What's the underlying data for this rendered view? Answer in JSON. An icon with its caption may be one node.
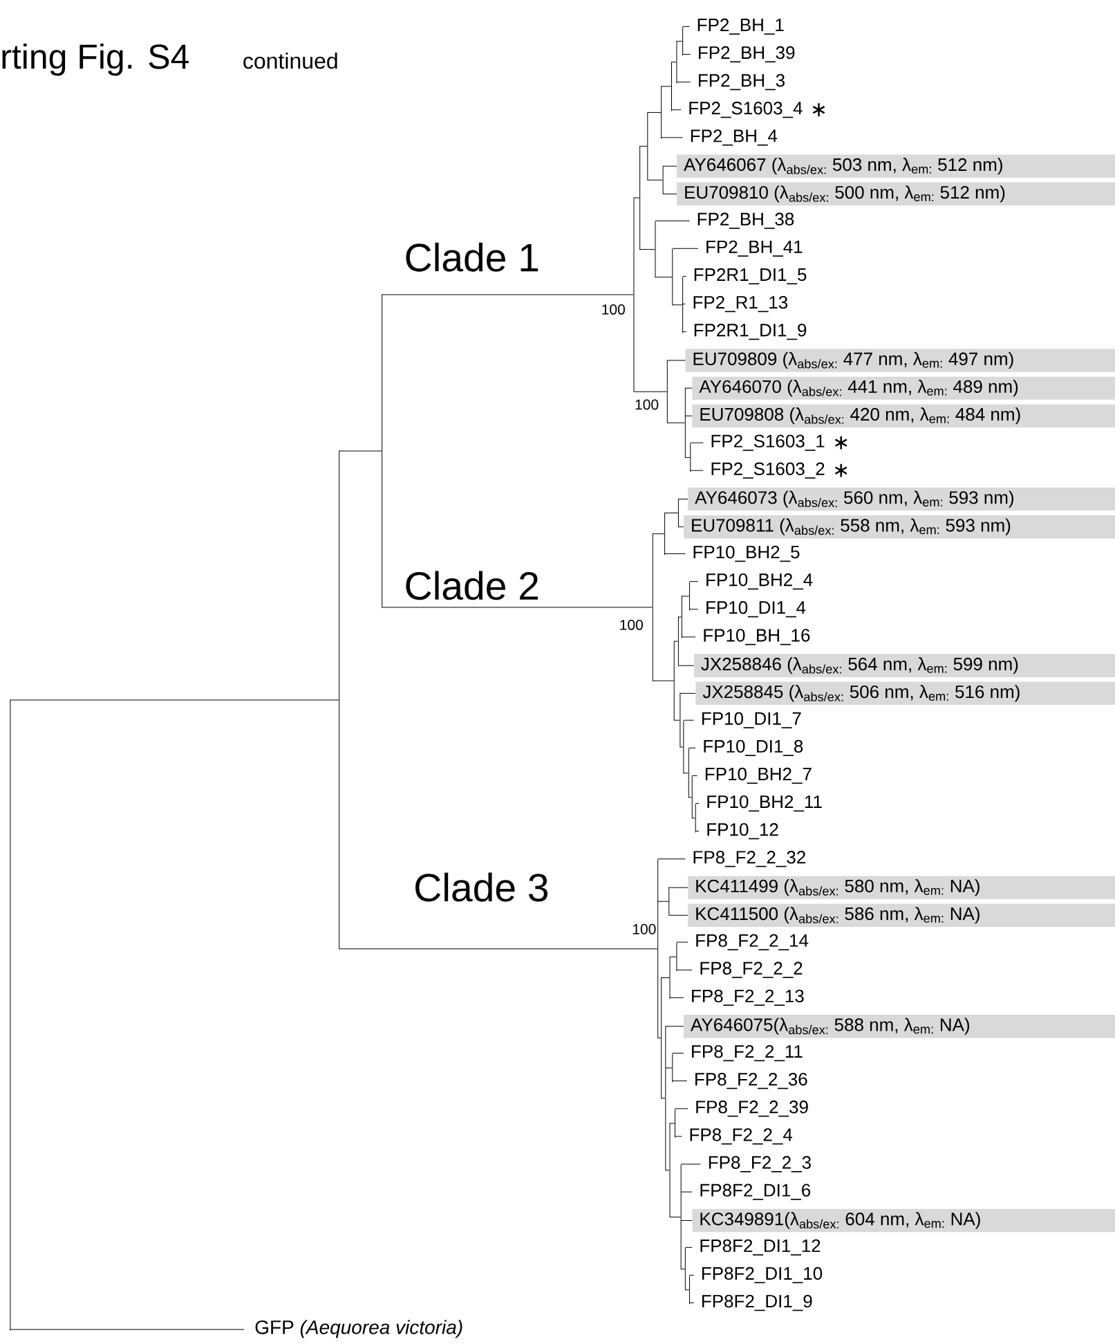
{
  "diagram": {
    "title": "rting Fig. S4",
    "nodes": [
      {
        "text": [
          "FP2_BH_1"
        ]
      },
      {
        "text": [
          "FP2_BH_39"
        ]
      },
      {
        "text": [
          "FP2_BH_3"
        ]
      },
      {
        "text": [
          "FP2_S1603_4"
        ],
        "beside": [
          "∗"
        ]
      },
      {
        "text": [
          "FP2_BH_4"
        ]
      },
      {
        "text": [
          "AY646067 (λ$_{abs/ex:}$ 503 nm, λ$_{em:}$ 512 nm)"
        ]
      },
      {
        "text": [
          "EU709810 (λ$_{abs/ex:}$ 500 nm, λ$_{em:}$ 512 nm)"
        ]
      },
      {
        "text": [
          "FP2_BH_38"
        ]
      },
      {
        "text": [
          "FP2_BH_41"
        ]
      },
      {
        "text": [
          "FP2R1_DI1_5"
        ]
      },
      {
        "text": [
          "FP2_R1_13"
        ]
      },
      {
        "text": [
          "FP2R1_DI1_9"
        ]
      },
      {
        "text": [
          "EU709809 (λ$_{abs/ex:}$ 477 nm, λ$_{em:}$ 497 nm)"
        ]
      },
      {
        "text": [
          "AY646070 (λ$_{abs/ex:}$ 441 nm, λ$_{em:}$ 489 nm)"
        ]
      },
      {
        "text": [
          "EU709808 (λ$_{abs/ex:}$ 420 nm, λ$_{em:}$ 484 nm)"
        ]
      },
      {
        "text": [
          "FP2_S1603_1"
        ],
        "beside": [
          "∗"
        ]
      },
      {
        "text": [
          "FP2_S1603_2"
        ],
        "beside": [
          "∗"
        ]
      },
      {
        "text": [
          "AY646073 (λ$_{abs/ex:}$ 560 nm, λ$_{em:}$ 593 nm)"
        ]
      },
      {
        "text": [
          "EU709811 (λ$_{abs/ex:}$ 558 nm, λ$_{em:}$ 593 nm)"
        ]
      },
      {
        "text": [
          "FP10_BH2_5"
        ]
      },
      {
        "text": [
          "FP10_BH2_4"
        ]
      },
      {
        "text": [
          "FP10_DI1_4"
        ]
      },
      {
        "text": [
          "FP10_BH_16"
        ]
      },
      {
        "text": [
          "JX258846 (λ$_{abs/ex:}$ 564 nm, λ$_{em:}$ 599 nm)"
        ]
      },
      {
        "text": [
          "JX258845 (λ$_{abs/ex:}$ 506 nm, λ$_{em:}$ 516 nm)"
        ]
      },
      {
        "text": [
          "FP10_DI1_7"
        ]
      },
      {
        "text": [
          "FP10_DI1_8"
        ]
      },
      {
        "text": [
          "FP10_BH2_7"
        ]
      },
      {
        "text": [
          "FP10_BH2_11"
        ]
      },
      {
        "text": [
          "FP10_12"
        ]
      },
      {
        "text": [
          "FP8_F2_2_32"
        ]
      },
      {
        "text": [
          "KC411499 (λ$_{abs/ex:}$ 580 nm, λ$_{em:}$ NA)"
        ]
      },
      {
        "text": [
          "KC411500 (λ$_{abs/ex:}$ 586 nm, λ$_{em:}$ NA)"
        ]
      },
      {
        "text": [
          "FP8_F2_2_14"
        ]
      },
      {
        "text": [
          "FP8_F2_2_2"
        ]
      },
      {
        "text": [
          "FP8_F2_2_13"
        ]
      },
      {
        "text": [
          "AY646075(λ$_{abs/ex:}$ 588 nm, λ$_{em:}$ NA)"
        ]
      },
      {
        "text": [
          "FP8_F2_2_11"
        ]
      },
      {
        "text": [
          "FP8_F2_2_36"
        ]
      },
      {
        "text": [
          "FP8_F2_2_39"
        ]
      },
      {
        "text": [
          "FP8_F2_2_4"
        ]
      },
      {
        "text": [
          "FP8_F2_2_3"
        ]
      },
      {
        "text": [
          "FP8F2_DI1_6"
        ]
      },
      {
        "text": [
          "KC349891(λ$_{abs/ex:}$ 604 nm, λ$_{em:}$ NA)"
        ]
      },
      {
        "text": [
          "FP8F2_DI1_12"
        ]
      },
      {
        "text": [
          "FP8F2_DI1_10"
        ]
      },
      {
        "text": [
          "FP8F2_DI1_9"
        ]
      },
      {
        "text": [
          "GFP *(Aequorea victoria)*"
        ]
      },
      {
        "text": [],
        "shape": "bar"
      },
      {
        "text": [],
        "shape": "bar"
      },
      {
        "text": [],
        "shape": "bar"
      },
      {
        "text": [],
        "shape": "bar"
      },
      {
        "text": [],
        "shape": "bar"
      },
      {
        "text": [],
        "shape": "bar"
      },
      {
        "text": [],
        "shape": "bar"
      },
      {
        "text": [],
        "shape": "bar"
      },
      {
        "text": [],
        "shape": "bar"
      },
      {
        "text": [],
        "shape": "bar"
      },
      {
        "text": [],
        "shape": "bar"
      },
      {
        "text": [],
        "shape": "bar"
      },
      {
        "text": [],
        "shape": "bar"
      },
      {
        "text": [],
        "shape": "bar"
      },
      {
        "text": [],
        "shape": "bar"
      },
      {
        "text": [],
        "shape": "bar"
      },
      {
        "text": [],
        "shape": "bar"
      },
      {
        "text": [],
        "shape": "bar"
      },
      {
        "text": [],
        "shape": "bar"
      },
      {
        "text": [],
        "shape": "bar"
      },
      {
        "text": [],
        "shape": "bar"
      },
      {
        "text": [],
        "shape": "bar"
      },
      {
        "text": [],
        "shape": "bar"
      },
      {
        "text": [],
        "shape": "bar"
      },
      {
        "text": [],
        "shape": "bar"
      },
      {
        "text": [],
        "shape": "bar"
      },
      {
        "text": [],
        "shape": "bar"
      },
      {
        "text": [],
        "shape": "bar"
      },
      {
        "text": [],
        "shape": "bar"
      },
      {
        "text": [],
        "shape": "bar"
      },
      {
        "text": [],
        "shape": "bar"
      },
      {
        "text": [],
        "shape": "bar"
      },
      {
        "text": [],
        "shape": "bar"
      },
      {
        "text": [],
        "shape": "bar"
      },
      {
        "text": [],
        "shape": "bar"
      },
      {
        "text": [],
        "shape": "bar"
      },
      {
        "text": [],
        "shape": "bar"
      },
      {
        "text": [],
        "shape": "bar"
      },
      {
        "text": [],
        "shape": "bar"
      },
      {
        "text": [],
        "shape": "bar"
      },
      {
        "text": [],
        "shape": "bar"
      }
    ],
    "edges": [
      {
        "from": 48,
        "to": 49,
        "arrow": "none"
      },
      {
        "from": 48,
        "to": 47,
        "arrow": "none"
      },
      {
        "from": 49,
        "to": 50,
        "arrow": "none"
      },
      {
        "from": 49,
        "to": 77,
        "arrow": "none"
      },
      {
        "from": 50,
        "to": 51,
        "arrow": "none"
      },
      {
        "from": 50,
        "to": 65,
        "arrow": "none"
      },
      {
        "from": 51,
        "to": 52,
        "arrow": "none"
      },
      {
        "from": 51,
        "to": 62,
        "arrow": "none"
      },
      {
        "from": 52,
        "to": 53,
        "arrow": "none"
      },
      {
        "from": 52,
        "to": 59,
        "arrow": "none"
      },
      {
        "from": 53,
        "to": 54,
        "arrow": "none"
      },
      {
        "from": 53,
        "to": 58,
        "arrow": "none"
      },
      {
        "from": 54,
        "to": 55,
        "arrow": "none"
      },
      {
        "from": 54,
        "to": 4,
        "arrow": "none"
      },
      {
        "from": 55,
        "to": 56,
        "arrow": "none"
      },
      {
        "from": 55,
        "to": 3,
        "arrow": "none"
      },
      {
        "from": 56,
        "to": 57,
        "arrow": "none"
      },
      {
        "from": 56,
        "to": 2,
        "arrow": "none"
      },
      {
        "from": 57,
        "to": 0,
        "arrow": "none"
      },
      {
        "from": 57,
        "to": 1,
        "arrow": "none"
      },
      {
        "from": 58,
        "to": 5,
        "arrow": "none"
      },
      {
        "from": 58,
        "to": 6,
        "arrow": "none"
      },
      {
        "from": 59,
        "to": 7,
        "arrow": "none"
      },
      {
        "from": 59,
        "to": 60,
        "arrow": "none"
      },
      {
        "from": 60,
        "to": 8,
        "arrow": "none"
      },
      {
        "from": 60,
        "to": 61,
        "arrow": "none"
      },
      {
        "from": 61,
        "to": 9,
        "arrow": "none"
      },
      {
        "from": 61,
        "to": 10,
        "arrow": "none"
      },
      {
        "from": 61,
        "to": 11,
        "arrow": "none"
      },
      {
        "from": 62,
        "to": 12,
        "arrow": "none"
      },
      {
        "from": 62,
        "to": 63,
        "arrow": "none"
      },
      {
        "from": 63,
        "to": 13,
        "arrow": "none"
      },
      {
        "from": 63,
        "to": 14,
        "arrow": "none"
      },
      {
        "from": 63,
        "to": 64,
        "arrow": "none"
      },
      {
        "from": 64,
        "to": 15,
        "arrow": "none"
      },
      {
        "from": 64,
        "to": 16,
        "arrow": "none"
      },
      {
        "from": 65,
        "to": 66,
        "arrow": "none"
      },
      {
        "from": 65,
        "to": 68,
        "arrow": "none"
      },
      {
        "from": 66,
        "to": 67,
        "arrow": "none"
      },
      {
        "from": 66,
        "to": 19,
        "arrow": "none"
      },
      {
        "from": 67,
        "to": 17,
        "arrow": "none"
      },
      {
        "from": 67,
        "to": 18,
        "arrow": "none"
      },
      {
        "from": 68,
        "to": 69,
        "arrow": "none"
      },
      {
        "from": 68,
        "to": 72,
        "arrow": "none"
      },
      {
        "from": 69,
        "to": 70,
        "arrow": "none"
      },
      {
        "from": 69,
        "to": 23,
        "arrow": "none"
      },
      {
        "from": 70,
        "to": 71,
        "arrow": "none"
      },
      {
        "from": 70,
        "to": 22,
        "arrow": "none"
      },
      {
        "from": 71,
        "to": 20,
        "arrow": "none"
      },
      {
        "from": 71,
        "to": 21,
        "arrow": "none"
      },
      {
        "from": 72,
        "to": 24,
        "arrow": "none"
      },
      {
        "from": 72,
        "to": 73,
        "arrow": "none"
      },
      {
        "from": 73,
        "to": 25,
        "arrow": "none"
      },
      {
        "from": 73,
        "to": 74,
        "arrow": "none"
      },
      {
        "from": 74,
        "to": 26,
        "arrow": "none"
      },
      {
        "from": 74,
        "to": 75,
        "arrow": "none"
      },
      {
        "from": 75,
        "to": 27,
        "arrow": "none"
      },
      {
        "from": 75,
        "to": 76,
        "arrow": "none"
      },
      {
        "from": 76,
        "to": 28,
        "arrow": "none"
      },
      {
        "from": 76,
        "to": 29,
        "arrow": "none"
      },
      {
        "from": 77,
        "to": 30,
        "arrow": "none"
      },
      {
        "from": 77,
        "to": 78,
        "arrow": "none"
      },
      {
        "from": 77,
        "to": 79,
        "arrow": "none"
      },
      {
        "from": 78,
        "to": 31,
        "arrow": "none"
      },
      {
        "from": 78,
        "to": 32,
        "arrow": "none"
      },
      {
        "from": 79,
        "to": 80,
        "arrow": "none"
      },
      {
        "from": 79,
        "to": 82,
        "arrow": "none"
      },
      {
        "from": 80,
        "to": 81,
        "arrow": "none"
      },
      {
        "from": 80,
        "to": 35,
        "arrow": "none"
      },
      {
        "from": 81,
        "to": 33,
        "arrow": "none"
      },
      {
        "from": 81,
        "to": 34,
        "arrow": "none"
      },
      {
        "from": 82,
        "to": 36,
        "arrow": "none"
      },
      {
        "from": 82,
        "to": 83,
        "arrow": "none"
      },
      {
        "from": 82,
        "to": 84,
        "arrow": "none"
      },
      {
        "from": 83,
        "to": 37,
        "arrow": "none"
      },
      {
        "from": 83,
        "to": 38,
        "arrow": "none"
      },
      {
        "from": 84,
        "to": 85,
        "arrow": "none"
      },
      {
        "from": 84,
        "to": 86,
        "arrow": "none"
      },
      {
        "from": 85,
        "to": 39,
        "arrow": "none"
      },
      {
        "from": 85,
        "to": 40,
        "arrow": "none"
      },
      {
        "from": 86,
        "to": 41,
        "arrow": "none"
      },
      {
        "from": 86,
        "to": 42,
        "arrow": "none"
      },
      {
        "from": 86,
        "to": 43,
        "arrow": "none"
      },
      {
        "from": 86,
        "to": 87,
        "arrow": "none"
      },
      {
        "from": 87,
        "to": 44,
        "arrow": "none"
      },
      {
        "from": 87,
        "to": 88,
        "arrow": "none"
      },
      {
        "from": 88,
        "to": 45,
        "arrow": "none"
      },
      {
        "from": 88,
        "to": 46,
        "arrow": "none"
      }
    ],
    "labels": [
      "continued",
      "Clade 1",
      "100",
      "100",
      "Clade 2",
      "100",
      "Clade 3",
      "100"
    ]
  }
}
